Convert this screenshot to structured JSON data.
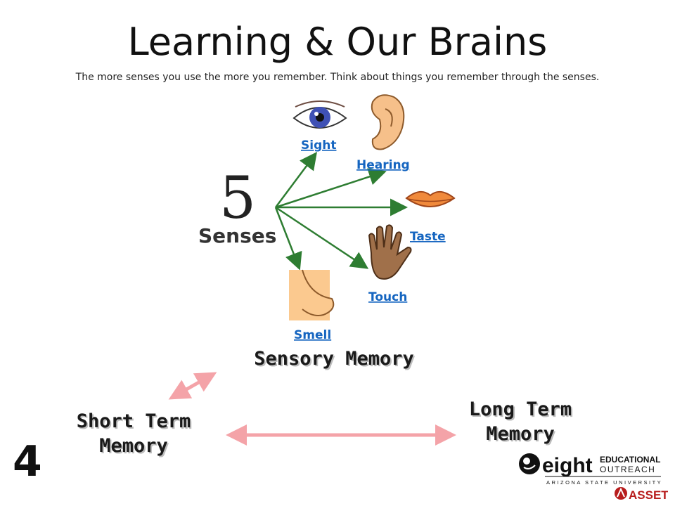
{
  "slide": {
    "title": "Learning & Our Brains",
    "subtitle": "The more senses you use the more you remember.  Think about things you remember  through the senses.",
    "number": "4"
  },
  "diagram": {
    "count": "5",
    "heading": "Senses",
    "senses": [
      "Sight",
      "Hearing",
      "Taste",
      "Touch",
      "Smell"
    ]
  },
  "memory": {
    "sensory": "Sensory Memory",
    "short_line1": "Short Term",
    "short_line2": "Memory",
    "long_line1": "Long Term",
    "long_line2": "Memory"
  },
  "logo": {
    "brand": "eight",
    "line1": "EDUCATIONAL",
    "line2": "OUTREACH",
    "university": "ARIZONA STATE UNIVERSITY",
    "program": "ASSET"
  },
  "colors": {
    "arrow_green": "#2e7d32",
    "memory_arrow": "#f4a3a8",
    "label_blue": "#1565c0"
  }
}
